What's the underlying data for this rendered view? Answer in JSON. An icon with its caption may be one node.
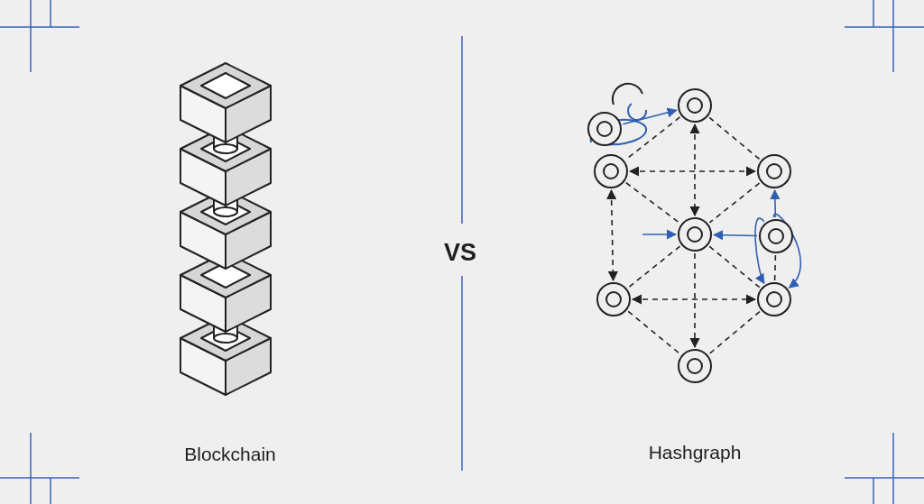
{
  "diagram": {
    "nodes": [
      {
        "text": [],
        "shape": "circle"
      },
      {
        "text": [],
        "shape": "circle"
      },
      {
        "text": [],
        "shape": "circle"
      },
      {
        "text": [],
        "shape": "circle"
      },
      {
        "text": [],
        "shape": "circle"
      },
      {
        "text": [],
        "shape": "circle"
      },
      {
        "text": [],
        "shape": "circle"
      },
      {
        "text": [],
        "shape": "circle"
      },
      {
        "text": [],
        "shape": "circle"
      }
    ],
    "edges": [
      {
        "from": 0,
        "to": 1,
        "arrow": "none",
        "style": "dashed"
      },
      {
        "from": 0,
        "to": 2,
        "arrow": "none",
        "style": "dashed"
      },
      {
        "from": 0,
        "to": 3,
        "arrow": "both",
        "style": "dashed"
      },
      {
        "from": 1,
        "to": 2,
        "arrow": "both",
        "style": "dashed"
      },
      {
        "from": 1,
        "to": 3,
        "arrow": "none",
        "style": "dashed"
      },
      {
        "from": 2,
        "to": 3,
        "arrow": "none",
        "style": "dashed"
      },
      {
        "from": 1,
        "to": 5,
        "arrow": "both",
        "style": "dashed"
      },
      {
        "from": 3,
        "to": 5,
        "arrow": "none",
        "style": "dashed"
      },
      {
        "from": 3,
        "to": 6,
        "arrow": "none",
        "style": "dashed"
      },
      {
        "from": 3,
        "to": 7,
        "arrow": "to",
        "style": "dashed"
      },
      {
        "from": 5,
        "to": 6,
        "arrow": "both",
        "style": "dashed"
      },
      {
        "from": 5,
        "to": 7,
        "arrow": "none",
        "style": "dashed"
      },
      {
        "from": 6,
        "to": 7,
        "arrow": "none",
        "style": "dashed"
      },
      {
        "from": 4,
        "to": 6,
        "arrow": "none",
        "style": "dashed"
      },
      {
        "from": 8,
        "to": 0,
        "arrow": "to",
        "color": "#2f5fb3"
      },
      {
        "from": null,
        "to": 3,
        "arrow": "to",
        "color": "#2f5fb3"
      },
      {
        "from": 4,
        "to": 3,
        "arrow": "to",
        "color": "#2f5fb3"
      },
      {
        "from": 4,
        "to": 2,
        "arrow": "to",
        "color": "#2f5fb3"
      },
      {
        "from": 4,
        "to": 6,
        "arrow": "to",
        "color": "#2f5fb3"
      },
      {
        "from": 4,
        "to": 6,
        "arrow": "to",
        "color": "#2f5fb3"
      }
    ],
    "labels": [
      "Blockchain",
      "VS",
      "Hashgraph"
    ]
  }
}
